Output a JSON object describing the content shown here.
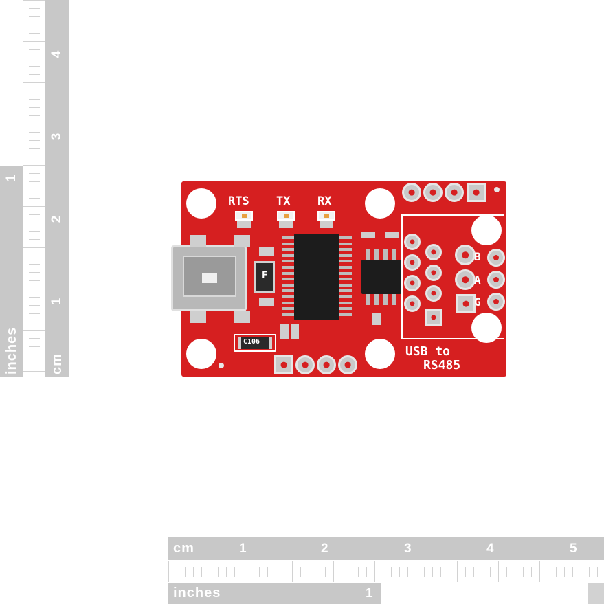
{
  "ruler_vertical": {
    "unit_cm": "cm",
    "unit_in": "inches",
    "cm_numbers": [
      "1",
      "2",
      "3",
      "4"
    ],
    "in_numbers": [
      "1"
    ]
  },
  "ruler_horizontal": {
    "unit_cm": "cm",
    "unit_in": "inches",
    "cm_numbers": [
      "1",
      "2",
      "3",
      "4",
      "5"
    ],
    "in_numbers": [
      "1"
    ]
  },
  "board": {
    "color": "#d61f20",
    "led_labels": [
      "RTS",
      "TX",
      "RX"
    ],
    "pin_labels": [
      "B",
      "A",
      "G"
    ],
    "title_line1": "USB to",
    "title_line2": "RS485",
    "component_f": "F",
    "component_c106": "C106"
  }
}
